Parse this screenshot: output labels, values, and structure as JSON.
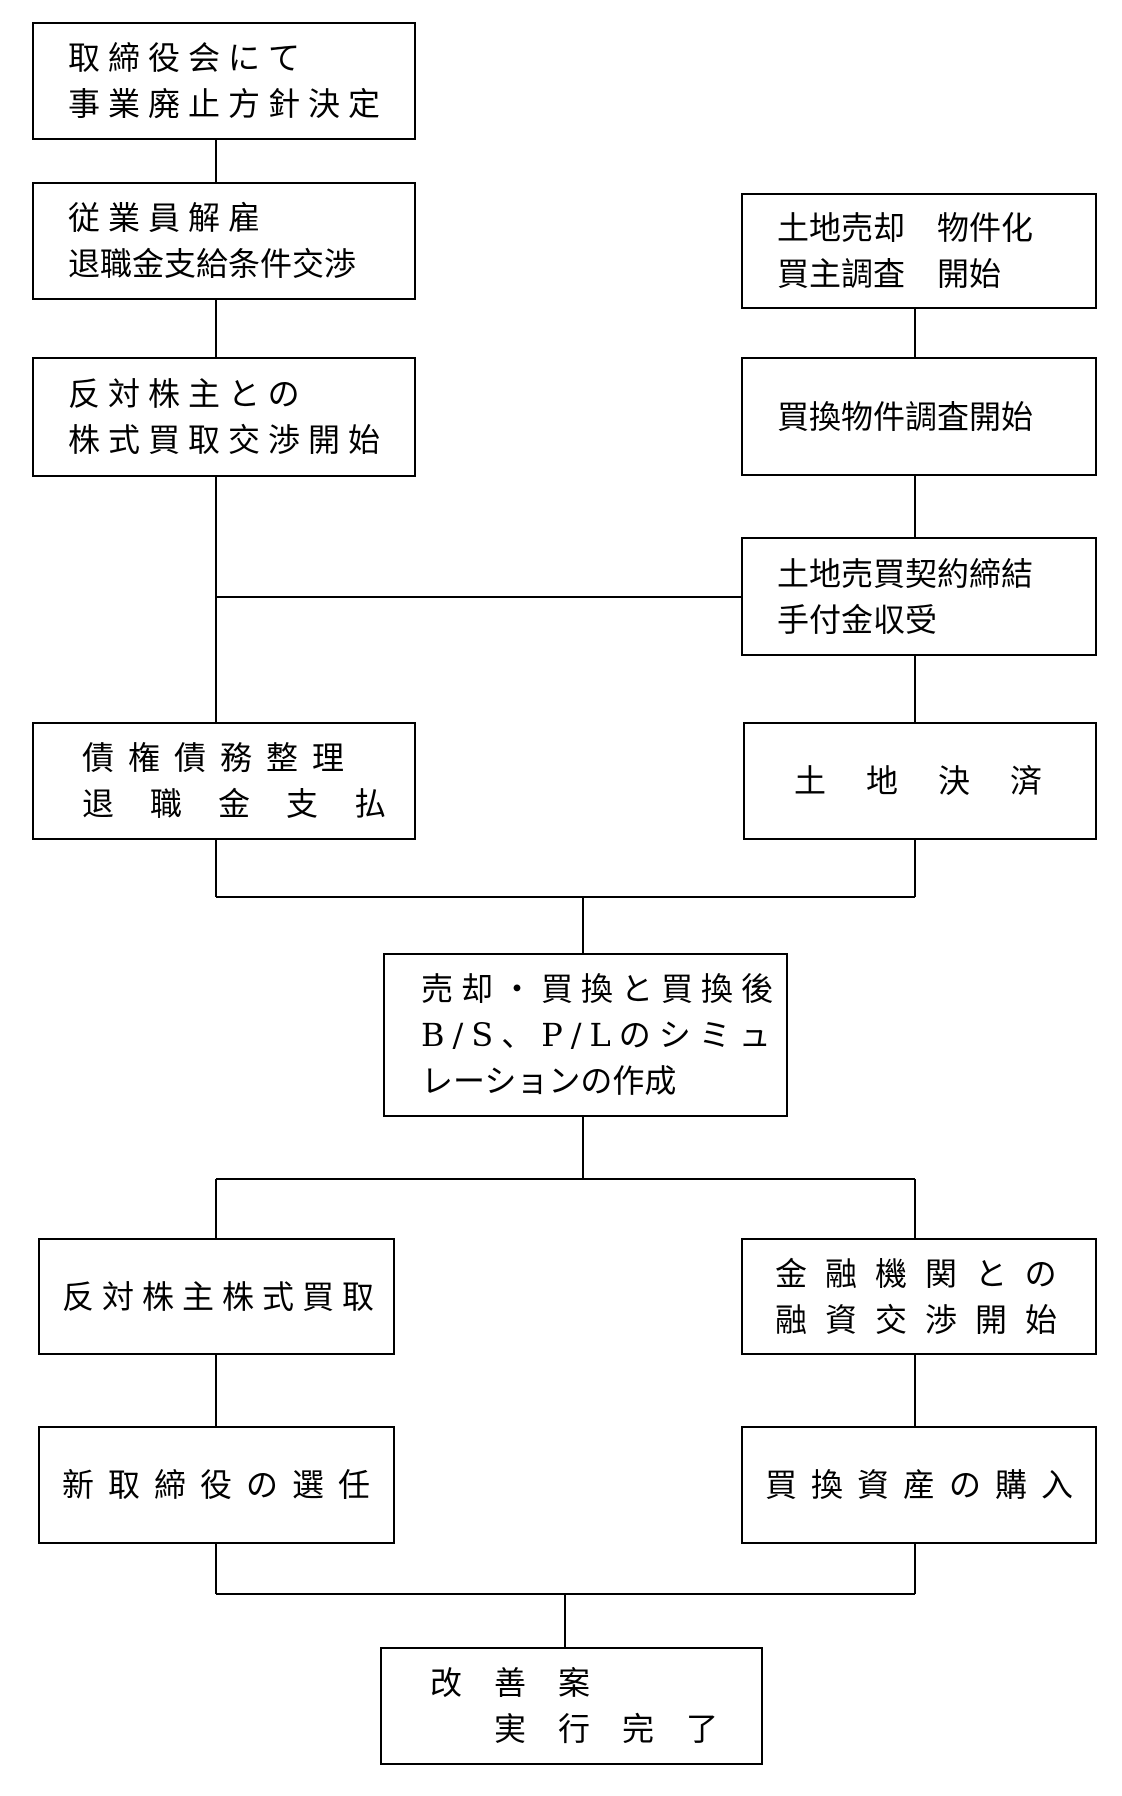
{
  "flowchart": {
    "resolution": [
      "取締役会にて",
      "事業廃止方針決定"
    ],
    "dismissal": [
      "従業員解雇",
      "退職金支給条件交渉"
    ],
    "dissent_negotiation": [
      "反対株主との",
      "株式買取交渉開始"
    ],
    "debt_settlement": [
      "債権債務整理",
      "退職金支払"
    ],
    "land_sale": [
      "土地売却　物件化",
      "買主調査　開始"
    ],
    "replacement_survey": [
      "買換物件調査開始"
    ],
    "land_contract": [
      "土地売買契約締結",
      "手付金収受"
    ],
    "land_settlement": [
      "土　地　決　済"
    ],
    "simulation": [
      "売却・買換と買換後",
      "B/S、P/Lのシミュ",
      "レーションの作成"
    ],
    "share_purchase": [
      "反対株主株式買取"
    ],
    "loan_negotiation": [
      "金融機関との",
      "融資交渉開始"
    ],
    "director_election": [
      "新取締役の選任"
    ],
    "asset_purchase": [
      "買換資産の購入"
    ],
    "completion": [
      "改　善　案",
      "　　実　行　完　了"
    ]
  }
}
